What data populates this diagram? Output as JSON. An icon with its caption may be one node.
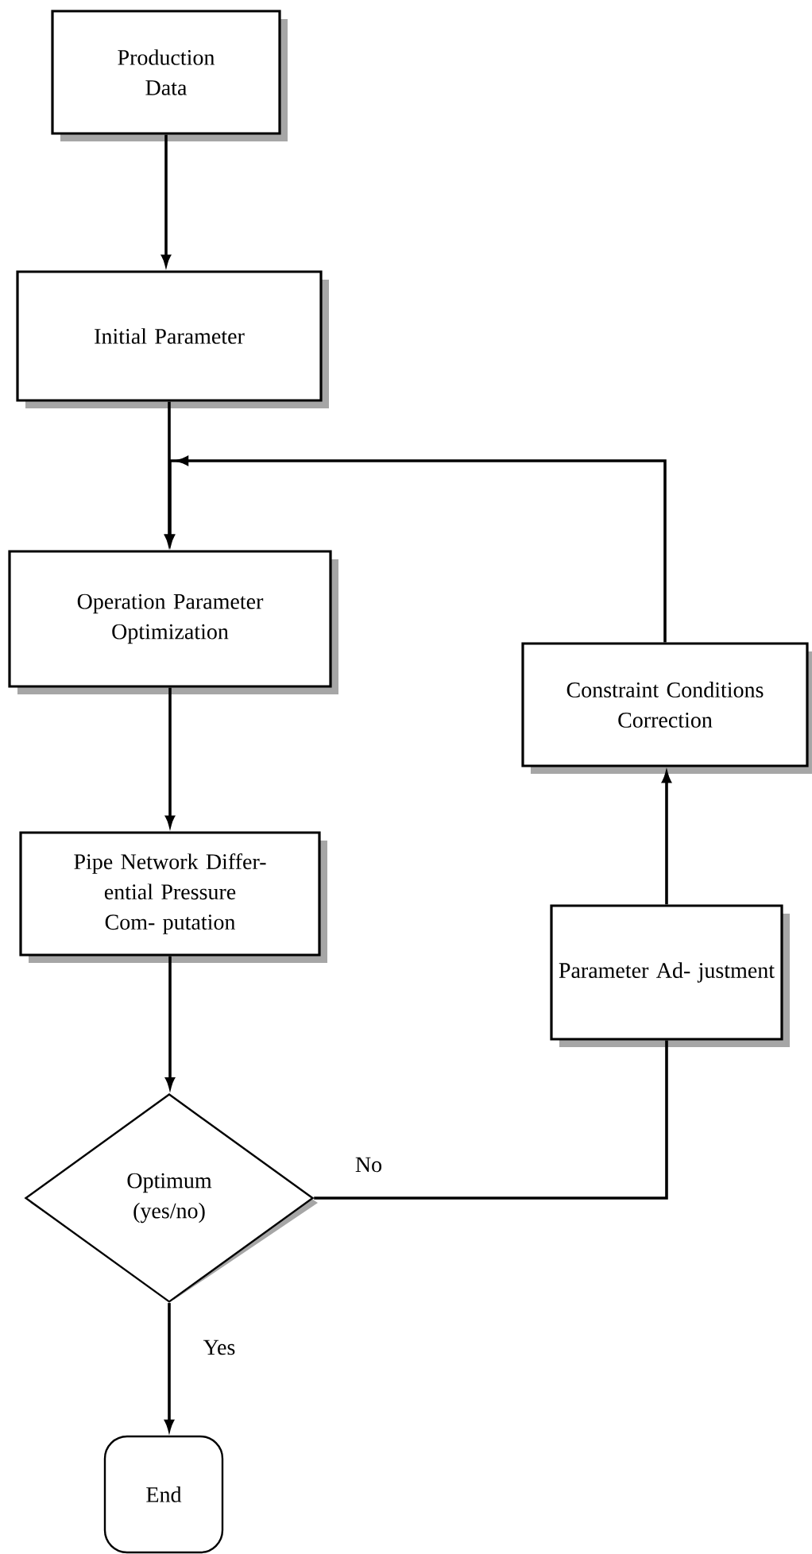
{
  "diagram": {
    "nodes": [
      {
        "text": [
          "Production Data"
        ]
      },
      {
        "text": [
          "Initial Parameter"
        ]
      },
      {
        "text": [
          "Operation Parameter Optimization"
        ]
      },
      {
        "text": [
          "Pipe Network Differ- ential Pressure Com- putation"
        ]
      },
      {
        "text": [
          "Optimum (yes/no)"
        ]
      },
      {
        "text": [
          "End"
        ]
      },
      {
        "text": [
          "Constraint Conditions Correction"
        ]
      },
      {
        "text": [
          "Parameter Ad- justment"
        ]
      }
    ],
    "edges": [
      {
        "from": 0,
        "to": 1,
        "arrow": "to"
      },
      {
        "from": 1,
        "to": 2,
        "arrow": "to"
      },
      {
        "from": 2,
        "to": 3,
        "arrow": "to"
      },
      {
        "from": 3,
        "to": 4,
        "arrow": "to"
      },
      {
        "from": 4,
        "to": 5,
        "arrow": "to",
        "label": "Yes"
      },
      {
        "from": 4,
        "to": 7,
        "arrow": "none",
        "label": "No"
      },
      {
        "from": 7,
        "to": 6,
        "arrow": "to"
      },
      {
        "from": 6,
        "to": 2,
        "arrow": "to"
      }
    ]
  }
}
